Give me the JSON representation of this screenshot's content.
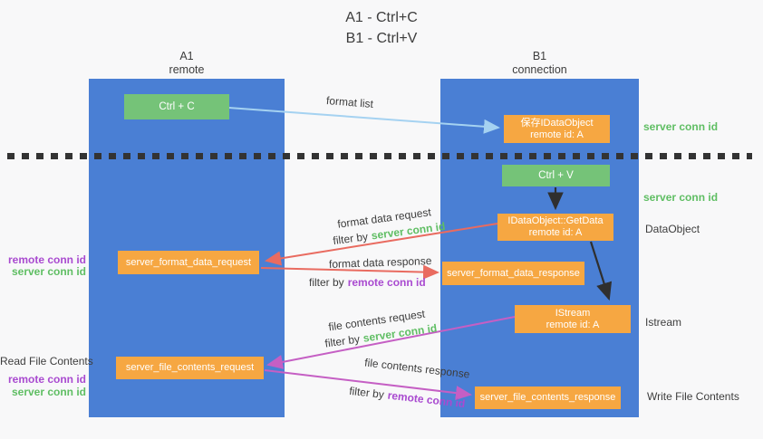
{
  "title": {
    "line1": "A1 - Ctrl+C",
    "line2": "B1 - Ctrl+V"
  },
  "lanes": {
    "a1": {
      "name": "A1",
      "role": "remote"
    },
    "b1": {
      "name": "B1",
      "role": "connection"
    }
  },
  "nodes": {
    "ctrl_c": {
      "label": "Ctrl + C"
    },
    "ctrl_v": {
      "label": "Ctrl + V"
    },
    "save_idataobject": {
      "line1": "保存IDataObject",
      "line2": "remote id: A"
    },
    "getdata": {
      "line1": "IDataObject::GetData",
      "line2": "remote id: A"
    },
    "istream": {
      "line1": "IStream",
      "line2": "remote id: A"
    },
    "server_format_data_request": {
      "label": "server_format_data_request"
    },
    "server_format_data_response": {
      "label": "server_format_data_response"
    },
    "server_file_contents_request": {
      "label": "server_file_contents_request"
    },
    "server_file_contents_response": {
      "label": "server_file_contents_response"
    }
  },
  "arrow_labels": {
    "format_list": "format list",
    "format_data_request": "format data request",
    "format_data_response": "format data response",
    "file_contents_request": "file contents request",
    "file_contents_response": "file contents response",
    "filter_by": "filter by",
    "server_conn_id": "server conn id",
    "remote_conn_id": "remote conn id"
  },
  "side_labels": {
    "left": {
      "remote_conn_id": "remote conn id",
      "server_conn_id": "server conn id",
      "read_file_contents": "Read File Contents"
    },
    "right": {
      "server_conn_id": "server conn id",
      "dataobject": "DataObject",
      "istream": "Istream",
      "write_file_contents": "Write File Contents"
    }
  },
  "colors": {
    "lane_blue": "#4A7FD4",
    "box_green": "#75C378",
    "box_orange": "#F6A742",
    "arrow_light_blue": "#A5D2F1",
    "arrow_red": "#E96B60",
    "arrow_magenta": "#C55FC4",
    "arrow_black": "#2F2F2F",
    "text_green": "#5FBE63",
    "text_purple": "#A94AD0",
    "text_dark": "#3D3D3D",
    "background": "#F8F8F9"
  }
}
